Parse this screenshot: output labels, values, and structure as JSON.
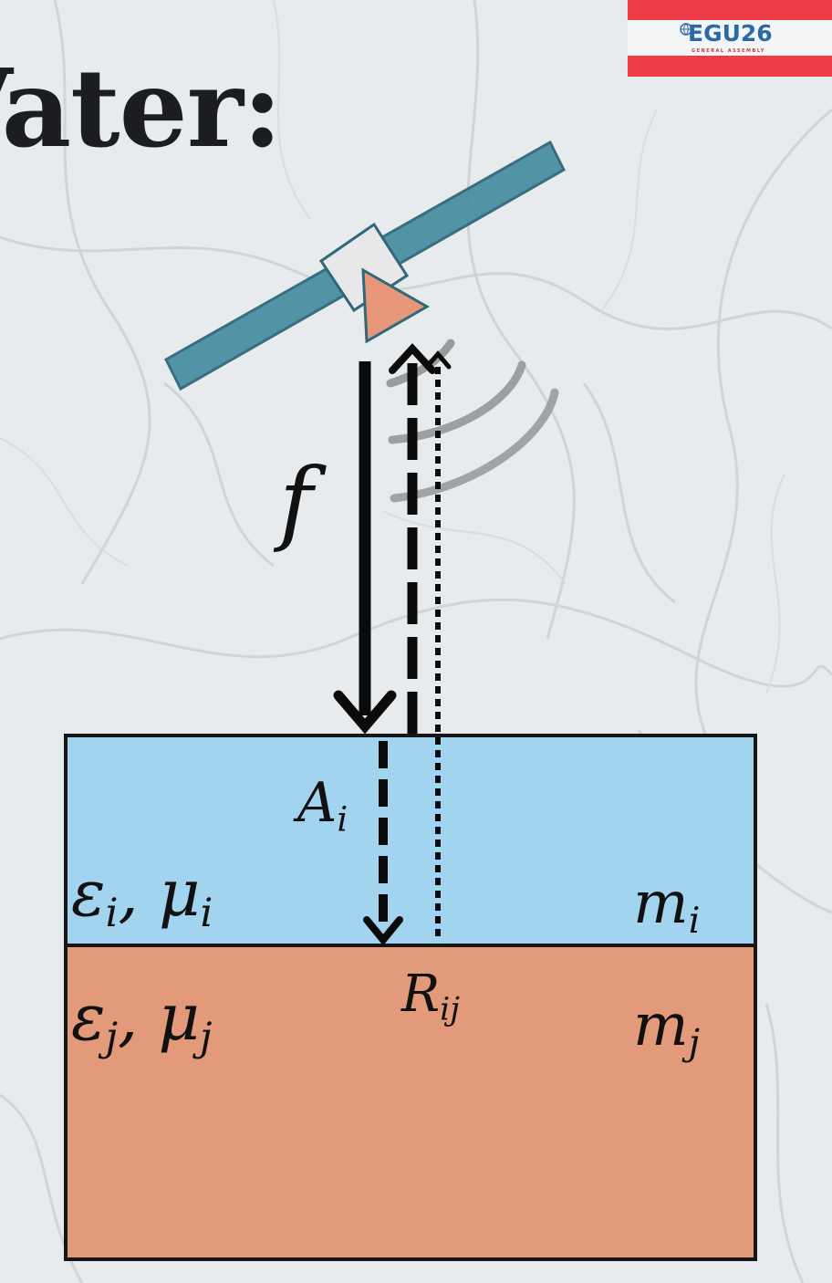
{
  "title": "Vater:",
  "logo": {
    "text": "EGU26",
    "subtext": "GENERAL ASSEMBLY"
  },
  "labels": {
    "frequency": "f",
    "amplitude_base": "A",
    "amplitude_sub": "i",
    "layer_i_props": "ε",
    "layer_i_sub1": "i",
    "layer_i_mu": ", μ",
    "layer_i_sub2": "i",
    "layer_i_medium": "m",
    "layer_i_medium_sub": "i",
    "reflection_base": "R",
    "reflection_sub": "ij",
    "layer_j_props": "ε",
    "layer_j_sub1": "j",
    "layer_j_mu": ", μ",
    "layer_j_sub2": "j",
    "layer_j_medium": "m",
    "layer_j_medium_sub": "j"
  },
  "colors": {
    "layer_i": "#a2d3ef",
    "layer_j": "#e29a7a",
    "satellite_panel": "#4a8fa3",
    "satellite_body": "#e8e8ea",
    "antenna": "#e7967a",
    "logo_red": "#ee3d46",
    "logo_blue": "#2a6aa9"
  },
  "icons": [
    "satellite-icon",
    "signal-wave-icon",
    "egu-globe-icon"
  ]
}
